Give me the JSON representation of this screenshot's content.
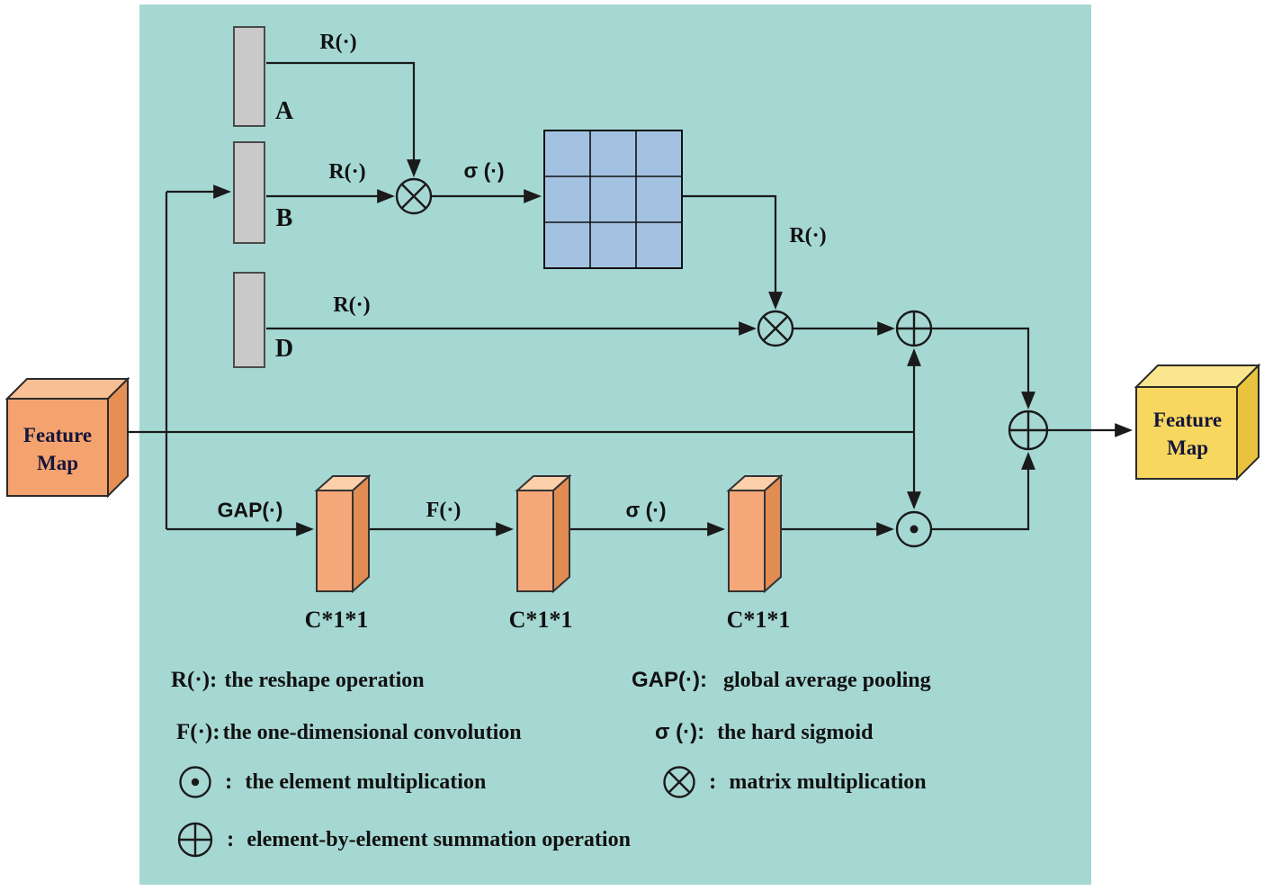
{
  "nodes": {
    "feature_map_left": "Feature Map",
    "feature_map_right": "Feature Map",
    "bar_a": "A",
    "bar_b": "B",
    "bar_d": "D",
    "c_label_1": "C*1*1",
    "c_label_2": "C*1*1",
    "c_label_3": "C*1*1"
  },
  "ops": {
    "reshape": "R(·)",
    "sigma": "σ (·)",
    "gap": "GAP(·)",
    "conv": "F(·)"
  },
  "legend": {
    "colon": ":",
    "reshape_sym": "R(·):",
    "reshape_text": "the reshape operation",
    "gap_sym": "GAP(·):",
    "gap_text": "global average pooling",
    "conv_sym": "F(·):",
    "conv_text": "the one-dimensional convolution",
    "sigma_sym": "σ (·):",
    "sigma_text": "the hard sigmoid",
    "dot_text": "the element multiplication",
    "otimes_text": "matrix multiplication",
    "oplus_text": "element-by-element summation operation"
  },
  "colors": {
    "background": "#a6d8d3",
    "grid_blue": "#a3c2e2",
    "bar_gray": "#c9c9c9",
    "line": "#1a1a1a",
    "cube_orange_front": "#f4a36e",
    "cube_yellow_front": "#f7d75f",
    "channel_bar_front": "#f4a87a"
  }
}
